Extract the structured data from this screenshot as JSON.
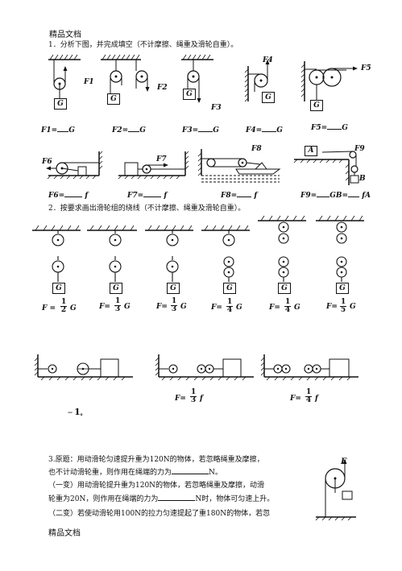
{
  "header": {
    "text": "精品文档"
  },
  "footer": {
    "text": "精品文档"
  },
  "q1": {
    "title": "1．分析下图，并完成填空（不计摩擦、绳重及滑轮自重）。",
    "weight_label": "G",
    "force_labels": [
      "F1",
      "F2",
      "F3",
      "F4",
      "F5",
      "F6",
      "F7",
      "F8",
      "F9"
    ],
    "answers_row1": [
      "F1=",
      "F2=",
      "F3=",
      "F4=",
      "F5="
    ],
    "answers_row2": [
      "F6=",
      "F7=",
      "F8=",
      "F9="
    ],
    "unit_G": "G",
    "unit_f": "f",
    "gb_text": "GB=",
    "fa_text": "fA",
    "block_A": "A",
    "block_B": "B"
  },
  "q2": {
    "title": "2．按要求画出滑轮组的绕线（不计摩擦、绳重及滑轮自重）。",
    "f_eq": "F =",
    "f_eq2": "F=",
    "unit_G": "G",
    "unit_f": "f",
    "fractions": [
      {
        "num": "1",
        "den": "2"
      },
      {
        "num": "1",
        "den": "3"
      },
      {
        "num": "1",
        "den": "3"
      },
      {
        "num": "1",
        "den": "4"
      },
      {
        "num": "1",
        "den": "4"
      },
      {
        "num": "1",
        "den": "5"
      }
    ],
    "fractions_h": [
      {
        "num": "1",
        "den": "3"
      },
      {
        "num": "1",
        "den": "4"
      }
    ],
    "stray": "1",
    "stray_dot": "。"
  },
  "q3": {
    "line1": "3.原题：用动滑轮匀速提升重为120N的物体，若忽略绳重及摩擦，",
    "line2a": "也不计动滑轮重，则作用在绳端的力为",
    "line2b": "N。",
    "line3": "（一变）用动滑轮提升重为120N的物体，若忽略绳重及摩擦，动滑",
    "line4a": "轮重为20N，则作用在绳端的力为",
    "line4b": "N时，物体可匀速上升。",
    "line5": "（二变）若使动滑轮用100N的拉力匀速提起了重180N的物体，若忽",
    "figure_label": "F"
  }
}
